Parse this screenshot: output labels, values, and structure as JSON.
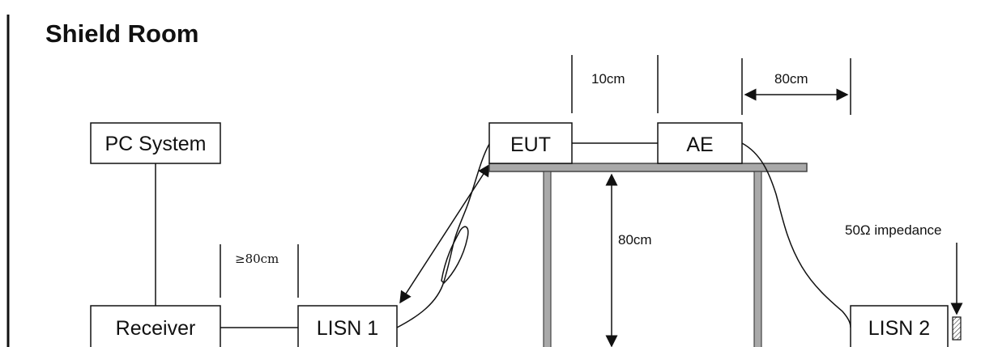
{
  "title": "Shield Room",
  "boxes": {
    "pc_system": "PC System",
    "receiver": "Receiver",
    "lisn1": "LISN 1",
    "eut": "EUT",
    "ae": "AE",
    "lisn2": "LISN 2"
  },
  "dimensions": {
    "eut_ae_gap": "10cm",
    "ae_edge": "80cm",
    "table_height": "80cm",
    "receiver_lisn": "≥80cm",
    "impedance": "50Ω impedance"
  }
}
